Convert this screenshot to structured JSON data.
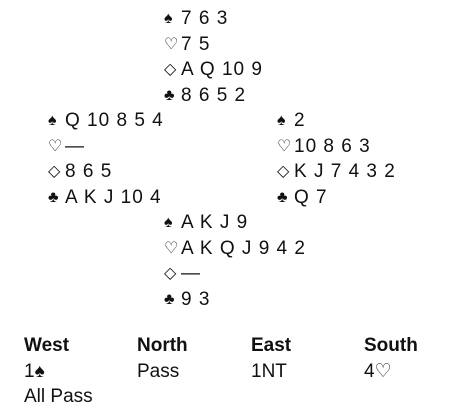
{
  "suits": {
    "spades": "♠",
    "hearts": "♡",
    "diamonds": "◇",
    "clubs": "♣"
  },
  "hands": {
    "north": {
      "spades": "7 6 3",
      "hearts": "7 5",
      "diamonds": "A Q 10 9",
      "clubs": "8 6 5 2"
    },
    "west": {
      "spades": "Q 10 8 5 4",
      "hearts": "—",
      "diamonds": "8 6 5",
      "clubs": "A K J 10 4"
    },
    "east": {
      "spades": "2",
      "hearts": "10 8 6 3",
      "diamonds": "K J 7 4 3 2",
      "clubs": "Q 7"
    },
    "south": {
      "spades": "A K J 9",
      "hearts": "A K Q J 9 4 2",
      "diamonds": "—",
      "clubs": "9 3"
    }
  },
  "auction": {
    "headers": {
      "west": "West",
      "north": "North",
      "east": "East",
      "south": "South"
    },
    "west": [
      "1♠",
      "All Pass"
    ],
    "north": [
      "Pass"
    ],
    "east": [
      "1NT"
    ],
    "south": [
      "4♡"
    ]
  }
}
